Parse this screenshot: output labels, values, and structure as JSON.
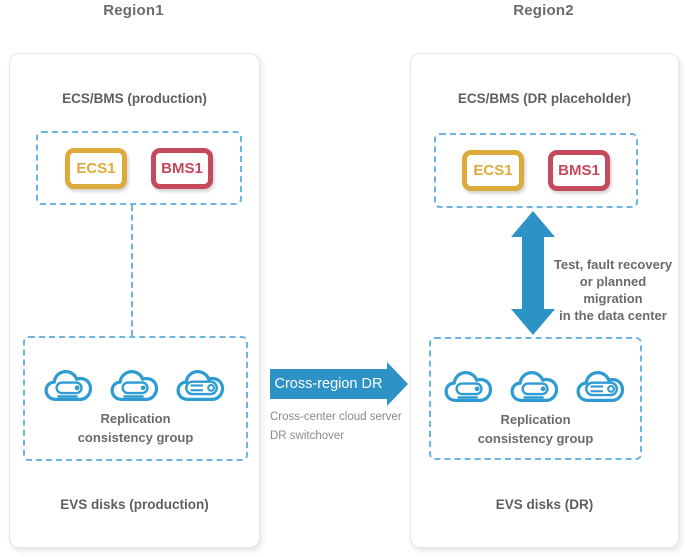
{
  "colors": {
    "icon_blue": "#2E9BD2",
    "arrow_blue": "#2D93C6",
    "dashed_border_blue": "#6CB5E3",
    "ecs_gold": "#DCAB3C",
    "bms_red": "#C64A5E",
    "heading_gray": "#5F5F5F",
    "text_gray": "#6B6B6B"
  },
  "icons": {
    "evs_disk": "cloud-disk-icon",
    "cross_region": "right-arrow-icon",
    "dr_switch": "vertical-double-arrow-icon"
  },
  "region1": {
    "title": "Region1",
    "servers_heading": "ECS/BMS (production)",
    "server1": "ECS1",
    "server2": "BMS1",
    "replication_line1": "Replication",
    "replication_line2": "consistency group",
    "disks_label": "EVS disks (production)"
  },
  "region2": {
    "title": "Region2",
    "servers_heading": "ECS/BMS (DR placeholder)",
    "server1": "ECS1",
    "server2": "BMS1",
    "replication_line1": "Replication",
    "replication_line2": "consistency group",
    "disks_label": "EVS disks (DR)",
    "annotation_line1": "Test, fault recovery",
    "annotation_line2": "or planned migration",
    "annotation_line3": "in the data center"
  },
  "middle": {
    "arrow_label": "Cross-region DR",
    "desc_line1": "Cross-center cloud server",
    "desc_line2": "DR switchover"
  }
}
